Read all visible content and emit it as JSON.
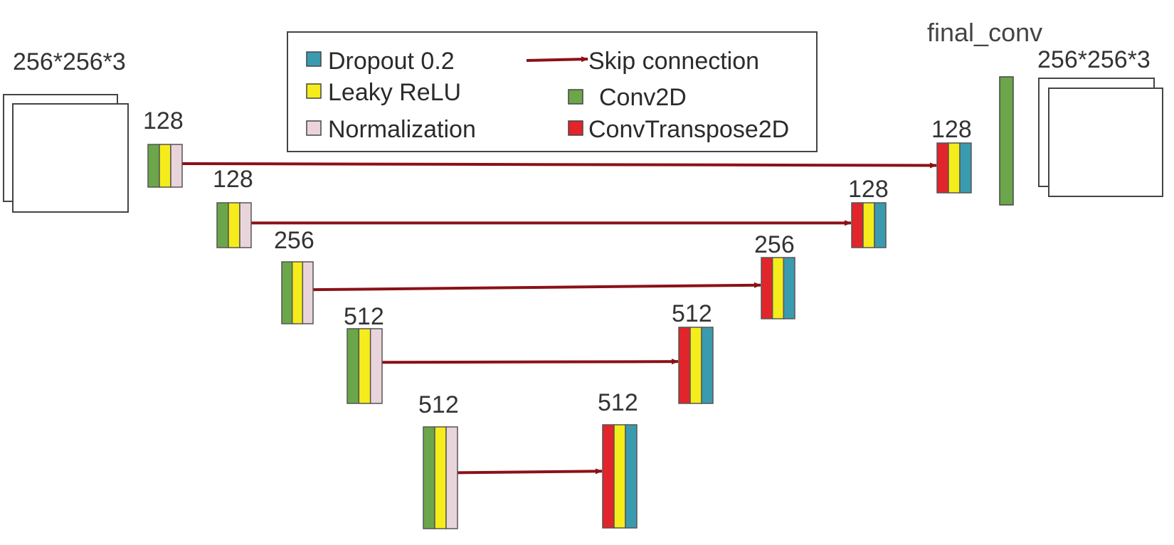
{
  "legend": {
    "dropout": "Dropout 0.2",
    "leaky_relu": "Leaky ReLU",
    "normalization": "Normalization",
    "skip": "Skip connection",
    "conv2d": "Conv2D",
    "convtranspose": "ConvTranspose2D"
  },
  "input_size": "256*256*3",
  "output_size": "256*256*3",
  "final_conv": "final_conv",
  "encoder": [
    {
      "label": "128",
      "layers": [
        "conv2d",
        "leaky_relu",
        "normalization"
      ]
    },
    {
      "label": "128",
      "layers": [
        "conv2d",
        "leaky_relu",
        "normalization"
      ]
    },
    {
      "label": "256",
      "layers": [
        "conv2d",
        "leaky_relu",
        "normalization"
      ]
    },
    {
      "label": "512",
      "layers": [
        "conv2d",
        "leaky_relu",
        "normalization"
      ]
    },
    {
      "label": "512",
      "layers": [
        "conv2d",
        "leaky_relu",
        "normalization"
      ]
    }
  ],
  "decoder": [
    {
      "label": "128",
      "layers": [
        "convtranspose",
        "leaky_relu",
        "dropout"
      ]
    },
    {
      "label": "128",
      "layers": [
        "convtranspose",
        "leaky_relu",
        "dropout"
      ]
    },
    {
      "label": "256",
      "layers": [
        "convtranspose",
        "leaky_relu",
        "dropout"
      ]
    },
    {
      "label": "512",
      "layers": [
        "convtranspose",
        "leaky_relu",
        "dropout"
      ]
    },
    {
      "label": "512",
      "layers": [
        "convtranspose",
        "leaky_relu",
        "dropout"
      ]
    }
  ],
  "colors": {
    "conv2d": "#6ca64a",
    "leaky_relu": "#f5ec1b",
    "normalization": "#ead4dc",
    "dropout": "#3a9bb0",
    "convtranspose": "#e2242b",
    "skip": "#8b1116"
  }
}
